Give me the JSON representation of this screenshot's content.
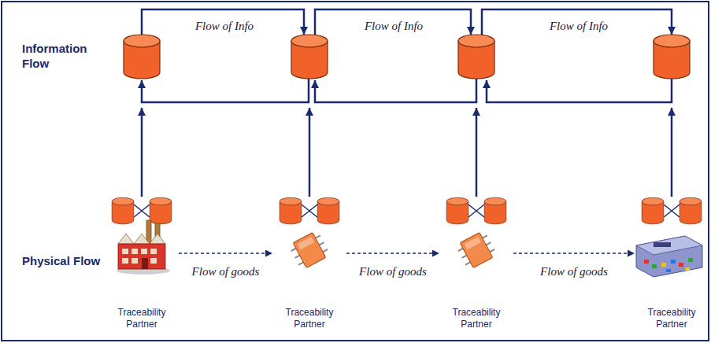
{
  "diagram": {
    "nodes": [
      {
        "text": [
          "Traceability Partner"
        ]
      },
      {
        "text": [
          "Traceability Partner"
        ]
      },
      {
        "text": [
          "Traceability Partner"
        ]
      },
      {
        "text": [
          "Traceability Partner"
        ]
      }
    ],
    "edges": [
      {
        "from": 0,
        "to": 1,
        "label": "Flow of goods",
        "arrow": "to"
      },
      {
        "from": 1,
        "to": 2,
        "label": "Flow of goods",
        "arrow": "to"
      },
      {
        "from": 2,
        "to": 3,
        "label": "Flow of goods",
        "arrow": "to"
      }
    ],
    "labels": [
      "Information Flow",
      "Flow of Info",
      "Flow of Info",
      "Flow of Info",
      "Physical Flow"
    ]
  }
}
